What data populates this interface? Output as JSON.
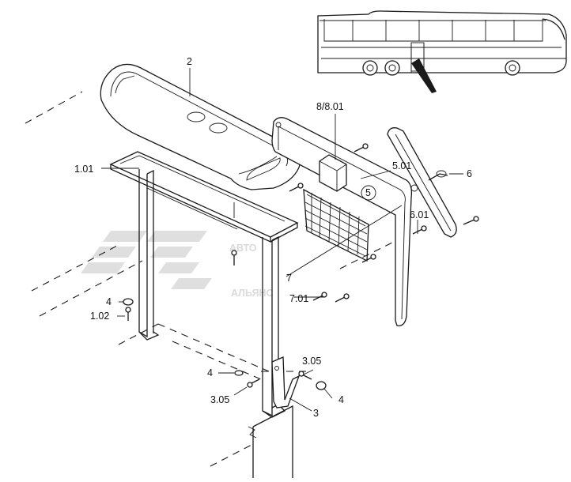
{
  "watermark": {
    "line1": "АВТО",
    "line2": "АЛЬЯНС"
  },
  "callouts": {
    "c2": "2",
    "c8": "8/8.01",
    "c101": "1.01",
    "c501": "5.01",
    "c6": "6",
    "c5": "5",
    "c601": "6.01",
    "c7": "7",
    "c701": "7.01",
    "c4a": "4",
    "c102": "1.02",
    "c305a": "3.05",
    "c4b": "4",
    "c305b": "3.05",
    "c4c": "4",
    "c3": "3"
  }
}
